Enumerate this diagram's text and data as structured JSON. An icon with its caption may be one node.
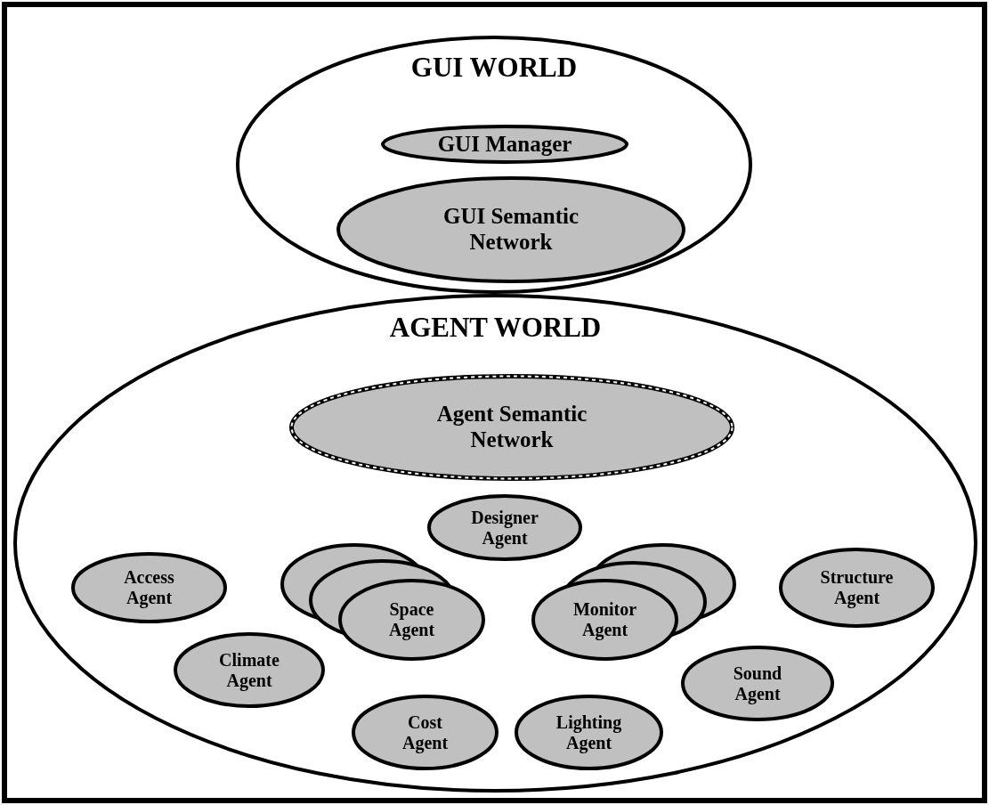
{
  "diagram": {
    "nodes": [
      {
        "text": [
          "GUI WORLD"
        ]
      },
      {
        "text": [
          "GUI Manager"
        ],
        "in": 0
      },
      {
        "text": [
          "GUI Semantic Network"
        ],
        "in": 0
      },
      {
        "text": [
          "AGENT WORLD"
        ]
      },
      {
        "text": [
          "Agent Semantic Network"
        ],
        "in": 3
      },
      {
        "text": [
          "Designer Agent"
        ],
        "in": 3
      },
      {
        "text": [
          "Access Agent"
        ],
        "in": 3
      },
      {
        "text": [
          "Space Agent"
        ],
        "in": 3
      },
      {
        "text": [
          "Monitor Agent"
        ],
        "in": 3
      },
      {
        "text": [
          "Structure Agent"
        ],
        "in": 3
      },
      {
        "text": [
          "Climate Agent"
        ],
        "in": 3
      },
      {
        "text": [
          "Sound Agent"
        ],
        "in": 3
      },
      {
        "text": [
          "Cost Agent"
        ],
        "in": 3
      },
      {
        "text": [
          "Lighting Agent"
        ],
        "in": 3
      }
    ],
    "edges": []
  }
}
